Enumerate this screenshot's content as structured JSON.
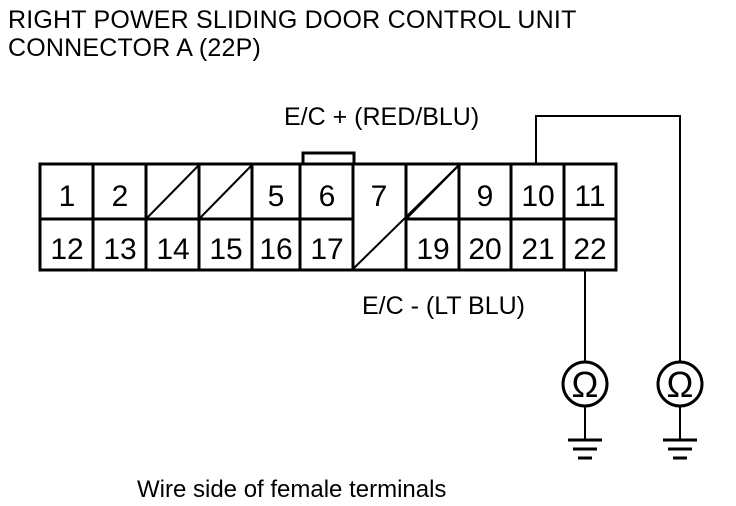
{
  "title": {
    "line1": "RIGHT POWER SLIDING DOOR CONTROL UNIT",
    "line2": "CONNECTOR A (22P)"
  },
  "connector": {
    "top_row": [
      "1",
      "2",
      "",
      "",
      "5",
      "6",
      "7",
      "",
      "9",
      "10",
      "11"
    ],
    "bottom_row": [
      "12",
      "13",
      "14",
      "15",
      "16",
      "17",
      "",
      "",
      "19",
      "20",
      "21",
      "22"
    ]
  },
  "labels": {
    "ec_plus": "E/C +  (RED/BLU)",
    "ec_minus": "E/C -   (LT BLU)",
    "caption": "Wire side of female terminals"
  },
  "meters": {
    "symbol": "Ω"
  }
}
